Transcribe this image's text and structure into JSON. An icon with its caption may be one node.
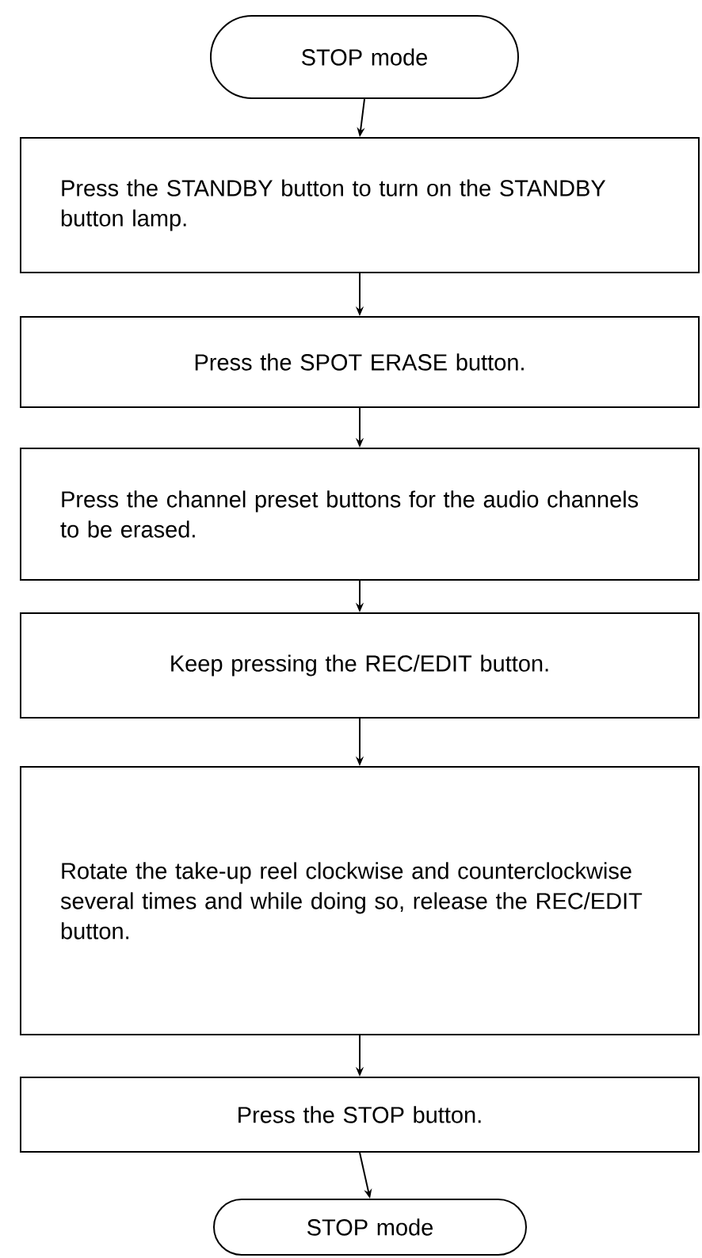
{
  "diagram": {
    "nodes": [
      {
        "text": [
          "STOP mode"
        ]
      },
      {
        "text": [
          "Press the STANDBY button to turn on the STANDBY button lamp."
        ]
      },
      {
        "text": [
          "Press the SPOT ERASE button."
        ]
      },
      {
        "text": [
          "Press the channel preset buttons for the audio channels to be erased."
        ]
      },
      {
        "text": [
          "Keep pressing the REC/EDIT button."
        ]
      },
      {
        "text": [
          "Rotate the take-up reel clockwise and counterclockwise several times and while doing so, release the REC/EDIT button."
        ]
      },
      {
        "text": [
          "Press the STOP button."
        ]
      },
      {
        "text": [
          "STOP mode"
        ]
      }
    ],
    "edges": [
      {
        "from": 0,
        "to": 1,
        "arrow": "to"
      },
      {
        "from": 1,
        "to": 2,
        "arrow": "to"
      },
      {
        "from": 2,
        "to": 3,
        "arrow": "to"
      },
      {
        "from": 3,
        "to": 4,
        "arrow": "to"
      },
      {
        "from": 4,
        "to": 5,
        "arrow": "to"
      },
      {
        "from": 5,
        "to": 6,
        "arrow": "to"
      },
      {
        "from": 6,
        "to": 7,
        "arrow": "to"
      }
    ]
  }
}
